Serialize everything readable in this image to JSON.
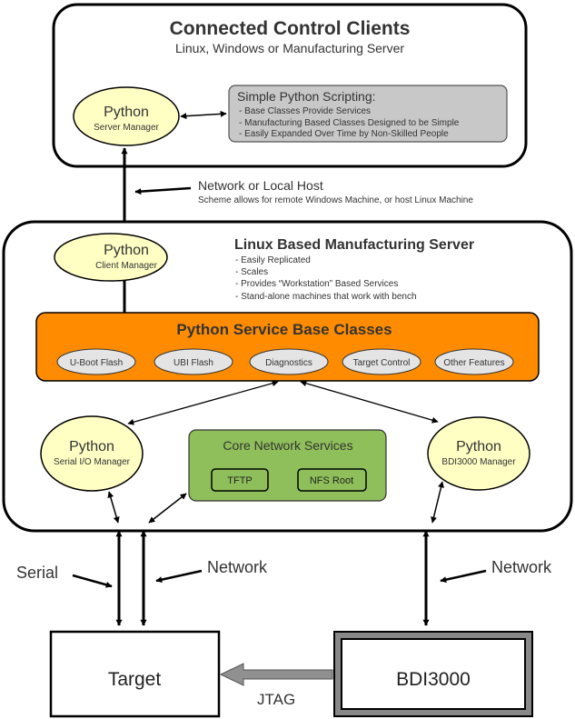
{
  "clients": {
    "title": "Connected Control Clients",
    "subtitle": "Linux, Windows or Manufacturing Server"
  },
  "server_manager": {
    "line1": "Python",
    "line2": "Server Manager"
  },
  "scripting": {
    "title": "Simple Python Scripting:",
    "bullets": [
      "- Base Classes Provide Services",
      "- Manufacturing Based Classes Designed to be Simple",
      "- Easily Expanded Over Time by Non-Skilled People"
    ]
  },
  "network_local": {
    "title": "Network or Local Host",
    "desc": "Scheme allows for remote Windows Machine, or host Linux Machine"
  },
  "client_manager": {
    "line1": "Python",
    "line2": "Client Manager"
  },
  "server": {
    "title": "Linux Based Manufacturing Server",
    "bullets": [
      "- Easily Replicated",
      "- Scales",
      "- Provides “Workstation” Based Services",
      "- Stand-alone machines that work with bench"
    ]
  },
  "base_classes": {
    "title": "Python Service Base Classes",
    "items": [
      "U-Boot Flash",
      "UBI Flash",
      "Diagnostics",
      "Target Control",
      "Other Features"
    ]
  },
  "serial_manager": {
    "line1": "Python",
    "line2": "Serial I/O Manager"
  },
  "core_network": {
    "title": "Core Network Services",
    "items": [
      "TFTP",
      "NFS Root"
    ]
  },
  "bdi_manager": {
    "line1": "Python",
    "line2": "BDI3000 Manager"
  },
  "labels": {
    "serial": "Serial",
    "network_left": "Network",
    "network_right": "Network",
    "jtag": "JTAG"
  },
  "target": {
    "label": "Target"
  },
  "bdi": {
    "label": "BDI3000"
  },
  "colors": {
    "ellipse_fill": "#ffffc4",
    "scripting_fill": "#c8c8c8",
    "base_classes_fill": "#ff8c00",
    "core_network_fill": "#8fbf5a",
    "pill_fill": "#e4e4e4",
    "jtag_arrow": "#909090"
  }
}
